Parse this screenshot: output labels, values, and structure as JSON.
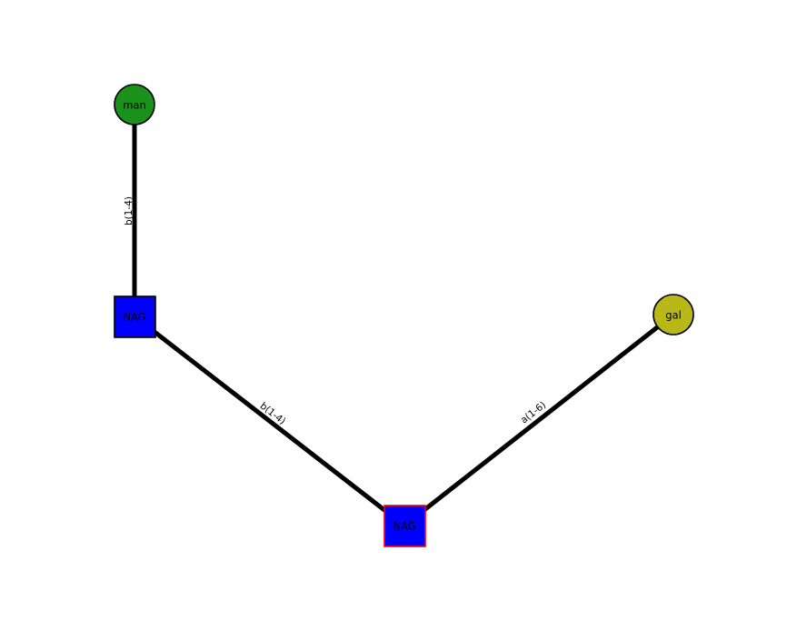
{
  "figure": {
    "background_color": "#ffffff",
    "edge_color": "#000000",
    "label_color": "#000000"
  },
  "graph": {
    "nodes": [
      {
        "id": "man",
        "label": "man",
        "shape": "circle",
        "color": "#1a911a",
        "border_color": "#000000"
      },
      {
        "id": "NAG-1",
        "label": "NAG",
        "shape": "square",
        "color": "#0000ff",
        "border_color": "#000000"
      },
      {
        "id": "NAG-2",
        "label": "NAG",
        "shape": "square",
        "color": "#0000ff",
        "border_color": "#ff0000"
      },
      {
        "id": "gal",
        "label": "gal",
        "shape": "circle",
        "color": "#b8b818",
        "border_color": "#000000"
      }
    ],
    "edges": [
      {
        "source": "man",
        "target": "NAG-1",
        "label": "b(1-4)"
      },
      {
        "source": "NAG-1",
        "target": "NAG-2",
        "label": "b(1-4)"
      },
      {
        "source": "NAG-2",
        "target": "gal",
        "label": "a(1-6)"
      }
    ]
  }
}
